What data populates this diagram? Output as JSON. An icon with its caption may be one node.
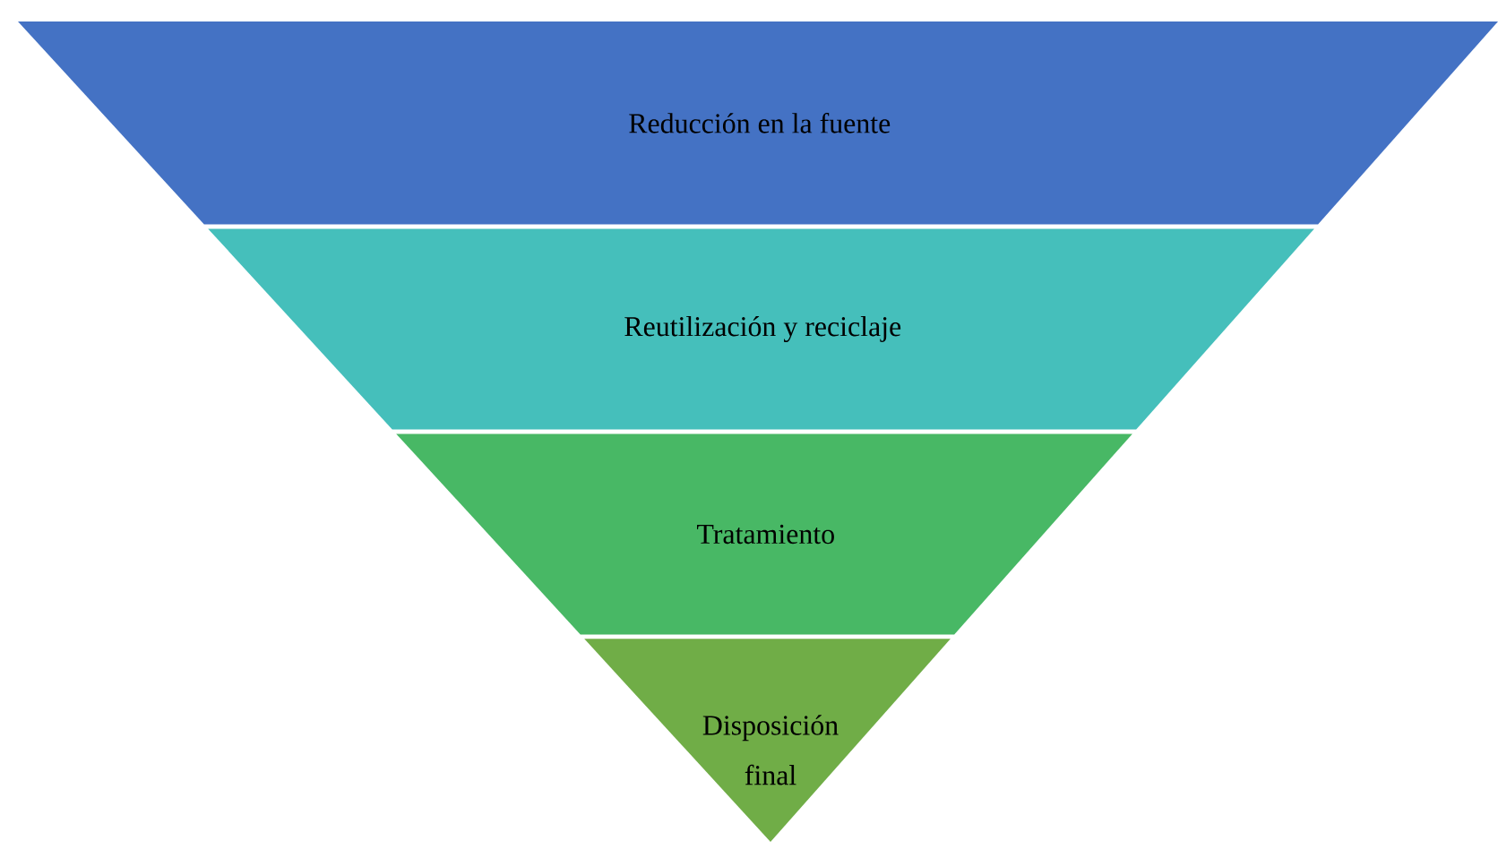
{
  "diagram": {
    "nodes": [
      {
        "text": [
          "Reducción en la fuente"
        ]
      },
      {
        "text": [
          "Reutilización y reciclaje"
        ]
      },
      {
        "text": [
          "Tratamiento"
        ]
      },
      {
        "text": [
          "Disposición final"
        ]
      }
    ]
  }
}
